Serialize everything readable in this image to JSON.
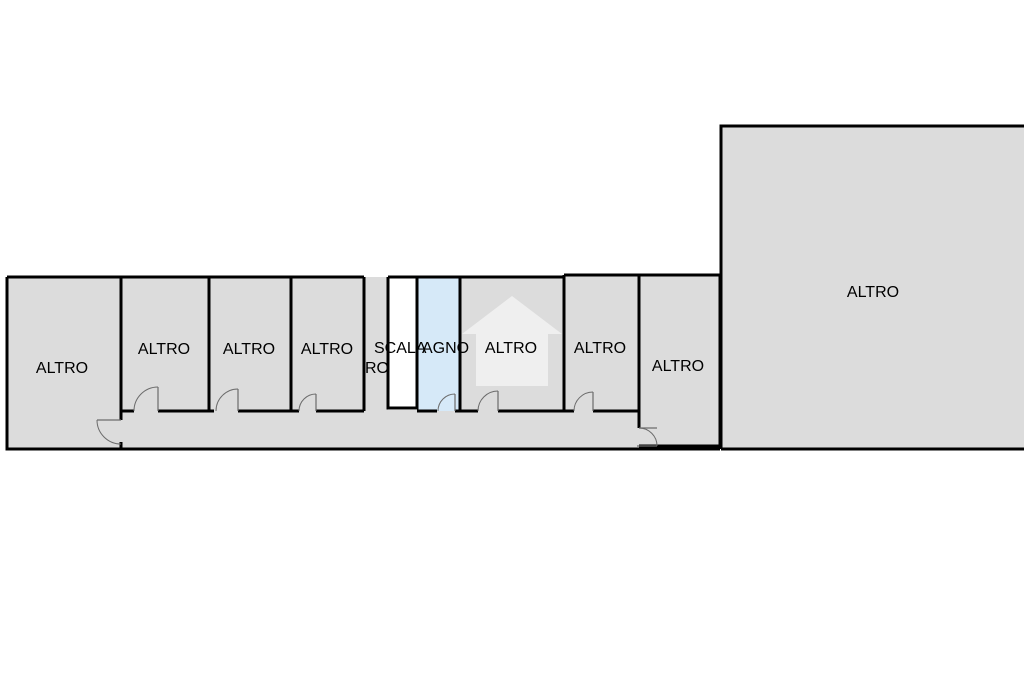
{
  "plan": {
    "rooms": {
      "altro_far_left": "ALTRO",
      "altro_1": "ALTRO",
      "altro_2": "ALTRO",
      "altro_3": "ALTRO",
      "scala": "SCALA",
      "ro_fragment": "RO",
      "bagno_fragment": "AGNO",
      "altro_center": "ALTRO",
      "altro_4": "ALTRO",
      "altro_5": "ALTRO",
      "altro_big": "ALTRO"
    },
    "colors": {
      "room": "#dcdcdc",
      "bath": "#d6e9f8",
      "wall": "#000000",
      "background": "#ffffff"
    }
  }
}
